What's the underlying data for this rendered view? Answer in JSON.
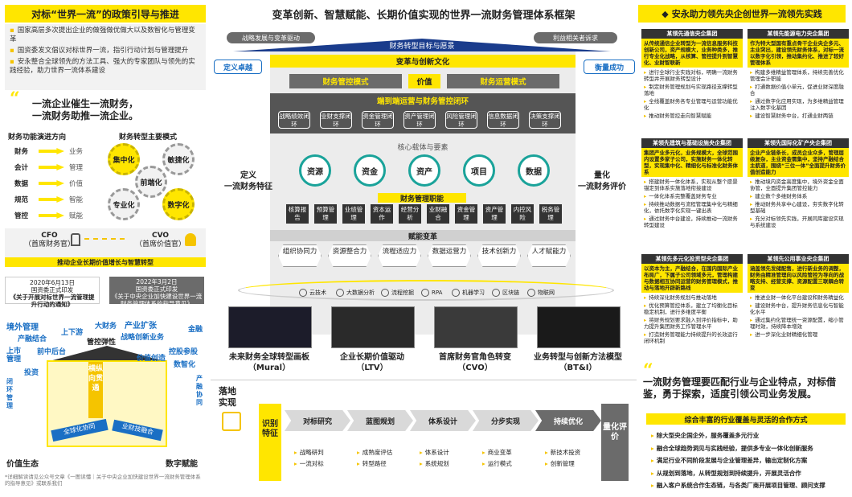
{
  "left": {
    "header": "对标“世界一流”的政策引导与推进",
    "bullets": [
      "国家高层多次提出企业的做强做优做大以及数智化与管理变革",
      "国资委发文倡议对标世界一流，指引行动计划与管理提升",
      "安永整合全球领先的方法工具、强大的专家团队与领先的实践经验，助力世界一流体系建设"
    ],
    "quote_line1": "一流企业催生一流财务，",
    "quote_line2": "一流财务助推一流企业。",
    "evo_title": "财务功能演进方向",
    "mode_title": "财务转型主要模式",
    "evo_rows": [
      {
        "from": "财务",
        "to": "业务"
      },
      {
        "from": "会计",
        "to": "管理"
      },
      {
        "from": "数据",
        "to": "价值"
      },
      {
        "from": "规范",
        "to": "智能"
      },
      {
        "from": "管控",
        "to": "赋能"
      }
    ],
    "gears": [
      "集中化",
      "敏捷化",
      "前端化",
      "专业化",
      "数字化"
    ],
    "cfo": "CFO",
    "cfo_sub": "（首席财务官）",
    "cvo": "CVO",
    "cvo_sub": "（首席价值官）",
    "cfo_bottom": "推动企业长期价值增长与智慧转型",
    "policy1_date": "2020年6月13日",
    "policy1_org": "国资委正式印发",
    "policy1_doc": "《关于开展对标世界一流管理提升行动的通知》",
    "policy2_date": "2022年3月2日",
    "policy2_org": "国资委正式印发",
    "policy2_doc": "《关于中央企业加快建设世界一流财务管理体系的指导意见》",
    "house_words": [
      "境外管理",
      "产融结合",
      "上下游",
      "大财务",
      "产业扩张",
      "战略创新业务",
      "金融",
      "上市管理",
      "前中后台",
      "管控弹性",
      "价值创造",
      "控股参股",
      "投资",
      "数智化",
      "闭环管理",
      "产融协同"
    ],
    "house_center": "横纵向贯通",
    "house_inner1": "全球化协同",
    "house_inner2": "业财技融合",
    "house_foot_left": "价值生态",
    "house_foot_right": "数字赋能",
    "footnote": "*详细解读请见公众号文章《一图读懂｜关于中央企业加快建设世界一流财务管理体系的指导意见》或联系我们"
  },
  "middle": {
    "title": "变革创新、智慧赋能、长期价值实现的世界一流财务管理体系框架",
    "pill_left": "战略发展与变革驱动",
    "pill_right": "利益相关者诉求",
    "top_arrow": "财务转型目标与愿景",
    "band_culture": "变革与创新文化",
    "left_top": "定义卓越",
    "right_top": "衡量成功",
    "band_control": "财务管控模式",
    "band_value": "价值",
    "band_ops": "财务运营模式",
    "band_loop": "端到端运营与财务管控闭环",
    "loops": [
      "战略绩效闭环",
      "业财支撑闭环",
      "资金管理闭环",
      "资产管理闭环",
      "风险管理闭环",
      "信息数据闭环",
      "决策支撑闭环"
    ],
    "carrier": "核心载体与要素",
    "circles": [
      "资源",
      "资金",
      "资产",
      "项目",
      "数据"
    ],
    "side_left_1": "定义",
    "side_left_2": "一流财务特征",
    "side_right_1": "量化",
    "side_right_2": "一流财务评价",
    "func_title": "财务管理职能",
    "funcs": [
      "核算报告",
      "预算管理",
      "业绩管理",
      "资本运作",
      "经营分析",
      "业财融合",
      "资金管理",
      "资产管理",
      "内控风险",
      "税务管理"
    ],
    "enable_title": "赋能变革",
    "hexes": [
      "组织协同力",
      "资源整合力",
      "流程适应力",
      "数据运营力",
      "技术创新力",
      "人才赋能力"
    ],
    "techs": [
      "云技术",
      "大数据分析",
      "流程挖掘",
      "RPA",
      "机器学习",
      "区块链",
      "物联网"
    ],
    "shots": [
      {
        "cap1": "未来财务全球转型画板",
        "cap2": "（Mural）"
      },
      {
        "cap1": "企业长期价值驱动",
        "cap2": "（LTV）"
      },
      {
        "cap1": "首席财务官角色转变",
        "cap2": "（CVO）"
      },
      {
        "cap1": "业务转型与创新方法模型",
        "cap2": "（BT&I）"
      }
    ],
    "landing_1": "落地",
    "landing_2": "实现",
    "step_id": "识别特征",
    "steps": [
      {
        "label": "对标研究",
        "subs": [
          "战略研判",
          "一流对标"
        ]
      },
      {
        "label": "蓝图规划",
        "subs": [
          "成熟度评估",
          "转型路径"
        ]
      },
      {
        "label": "体系设计",
        "subs": [
          "体系设计",
          "系统规划"
        ]
      },
      {
        "label": "分步实现",
        "subs": [
          "商业变革",
          "运行模式"
        ]
      },
      {
        "label": "持续优化",
        "subs": [
          "新技术投资",
          "创新管理"
        ]
      }
    ],
    "step_end": "量化评价"
  },
  "right": {
    "header": "安永助力领先央企创世界一流领先实践",
    "cards": [
      {
        "title": "某领先通信央企集团",
        "desc": "从传统通信企业转型为一流信息服务科技创新公司，资产规模大，业务种类多，推行专业化战略，从核算、管控提升到智慧化、业财智联新",
        "items": [
          "进行全球行业实践对标，明确一流财务转型并开展财务转型设计",
          "制定财务管理规划与实现路径支撑转型落地",
          "全线覆盖财务各专业管理与运营功能优化",
          "推动财务管控走向智慧赋能"
        ]
      },
      {
        "title": "某领先能源电力央企集团",
        "desc": "作为特大型国有重点骨干企业央企多元、主业突出，建设领先财务体系，对标一流以数字化引领，推动集约化、推进了较好管理体系",
        "items": [
          "构建多维精益管理体系，持续完善优化管理会计职能",
          "打通数据价值小单元，促进业财深度融合",
          "通过数字化应用实现，为多维精益管理注入数字化基因",
          "建设智慧财务中台，打通业财两链"
        ]
      },
      {
        "title": "某领先建筑与基础设施央企集团",
        "desc": "集团产业多元化，业务规模大，全球范围内设置多家子公司，实施财务一体化转型，实现集中化、精细化与标准化财务体系",
        "items": [
          "搭建财务一体化体系，实现从整个愿景锚定到体系实施落地衔接建设",
          "一体化体系完整覆盖财务专业",
          "持续推动数据与流程管理集中化与精细化，依托数字化实现一键出表",
          "通过财务中台建设，持续推动一流财务转型建设"
        ]
      },
      {
        "title": "某领先国际化矿产央企集团",
        "desc": "企业产业链条长，成员企业众多，管理层级复杂，主业资金需集中，坚持产融结合主航道，围绕“三位一体”全面提升财务价值创造能力",
        "items": [
          "推动境内资金高度集中，境外资金全面协管，全面提升集团管控能力",
          "建立数个多维财务体系",
          "推动财务共享中心建设，夯实数字化转型基础",
          "充分对标领先实践，开展同库建设实现与系统建设"
        ]
      },
      {
        "title": "某领先多元化投资型央企集团",
        "desc": "以资本为主，产融结合，在国内国际产业布局广，下属子公司领域多元，管理构建与数据相互协同运营的财务管理模式，推动与落地开辟新路线",
        "items": [
          "持续深化财务规划与推动落地",
          "优化预算管控体系，建立了均衡化目标稳定机制，进行多维度平衡",
          "将财务规划要求融入到评价指标中，助力提升集团财务工作管理水平",
          "打造财务管理能力持续提升的长效运行闭环机制"
        ]
      },
      {
        "title": "某领先公用事业央企集团",
        "desc": "涵盖领先发储配售，进行新业务的调整，财务由精准管理向以风险管控为导向的战略支持、经营支撑、资源配置三联耦合转变",
        "items": [
          "推进业财一体化平台建设和财务精益化",
          "建设财务中台，提升财务信息化与智能化水平",
          "通过集约化管理统一资源配置，缩小管理时效，持续降本增效",
          "进一步深化业财精细化管理"
        ]
      }
    ],
    "quote": "一流财务管理要匹配行业与企业特点，对标借鉴，勇于探索，适度引领公司业务发展。",
    "sub": "综合丰富的行业覆盖与灵活的合作方式",
    "list": [
      "除大型央企国企外，服务覆盖多元行业",
      "融合全球趋势洞见与实践经验，提供多专业一体化创新服务",
      "满足行业不同阶段发展与企业管理差异，输出定制化方案",
      "从规划到落地，从转型规划到持续提升，开展灵活合作",
      "融入客户系统合作生态链，与各类厂商开展项目管理、顾问支撑"
    ]
  },
  "colors": {
    "accent": "#ffe600",
    "dark": "#333333",
    "blue": "#1a3c8c",
    "teal": "#1aa39a"
  }
}
